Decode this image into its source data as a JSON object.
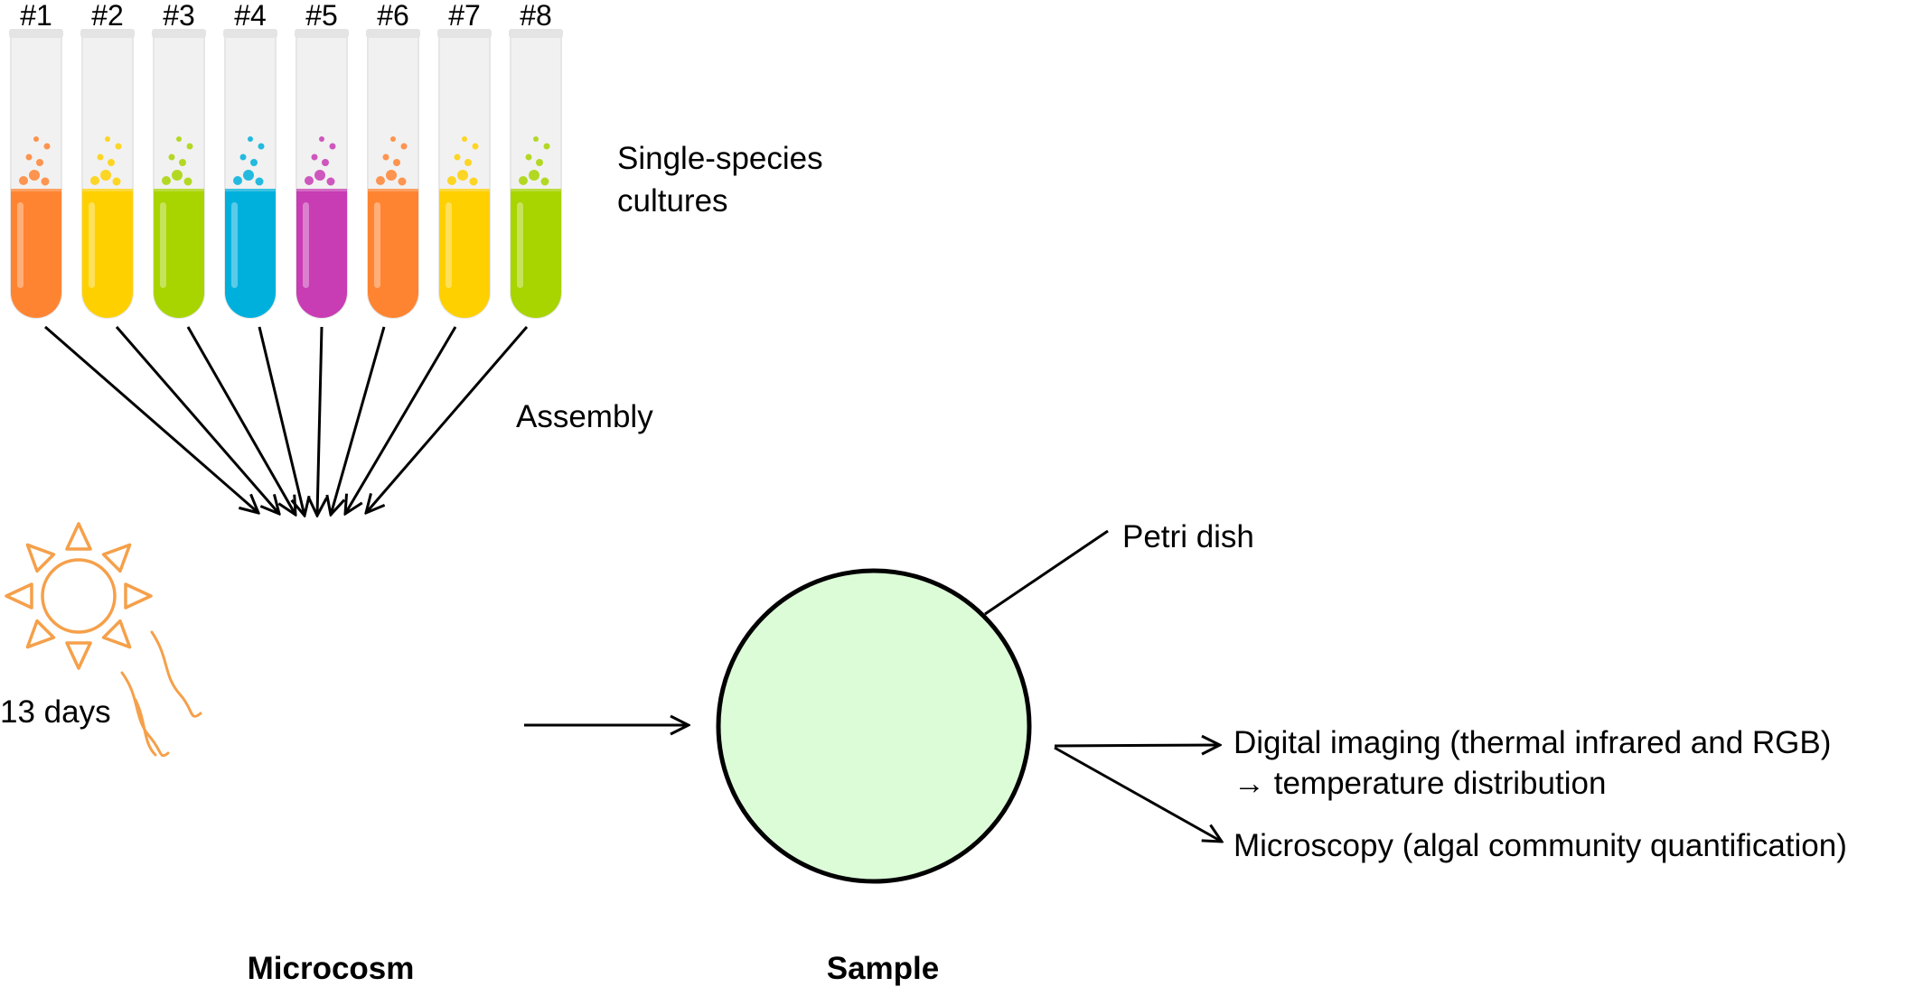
{
  "tubes": [
    {
      "label": "#1",
      "color": "#ff8432"
    },
    {
      "label": "#2",
      "color": "#ffd000"
    },
    {
      "label": "#3",
      "color": "#a8d400"
    },
    {
      "label": "#4",
      "color": "#00b0dc"
    },
    {
      "label": "#5",
      "color": "#c83cb4"
    },
    {
      "label": "#6",
      "color": "#ff8432"
    },
    {
      "label": "#7",
      "color": "#ffd000"
    },
    {
      "label": "#8",
      "color": "#a8d400"
    }
  ],
  "labels": {
    "single_species_line1": "Single-species",
    "single_species_line2": "cultures",
    "assembly": "Assembly",
    "duration": "13 days",
    "petri_dish": "Petri dish",
    "imaging_line1": "Digital imaging (thermal infrared and RGB)",
    "imaging_line2": "→ temperature distribution",
    "microscopy": "Microscopy (algal community quantification)",
    "microcosm": "Microcosm",
    "sample": "Sample"
  },
  "colors": {
    "sun": "#f5a04a",
    "dish_fill": "#dcfcd8",
    "line": "#000000"
  },
  "icons": {
    "sun": "sun-icon",
    "heat_waves": "heat-waves-icon"
  }
}
